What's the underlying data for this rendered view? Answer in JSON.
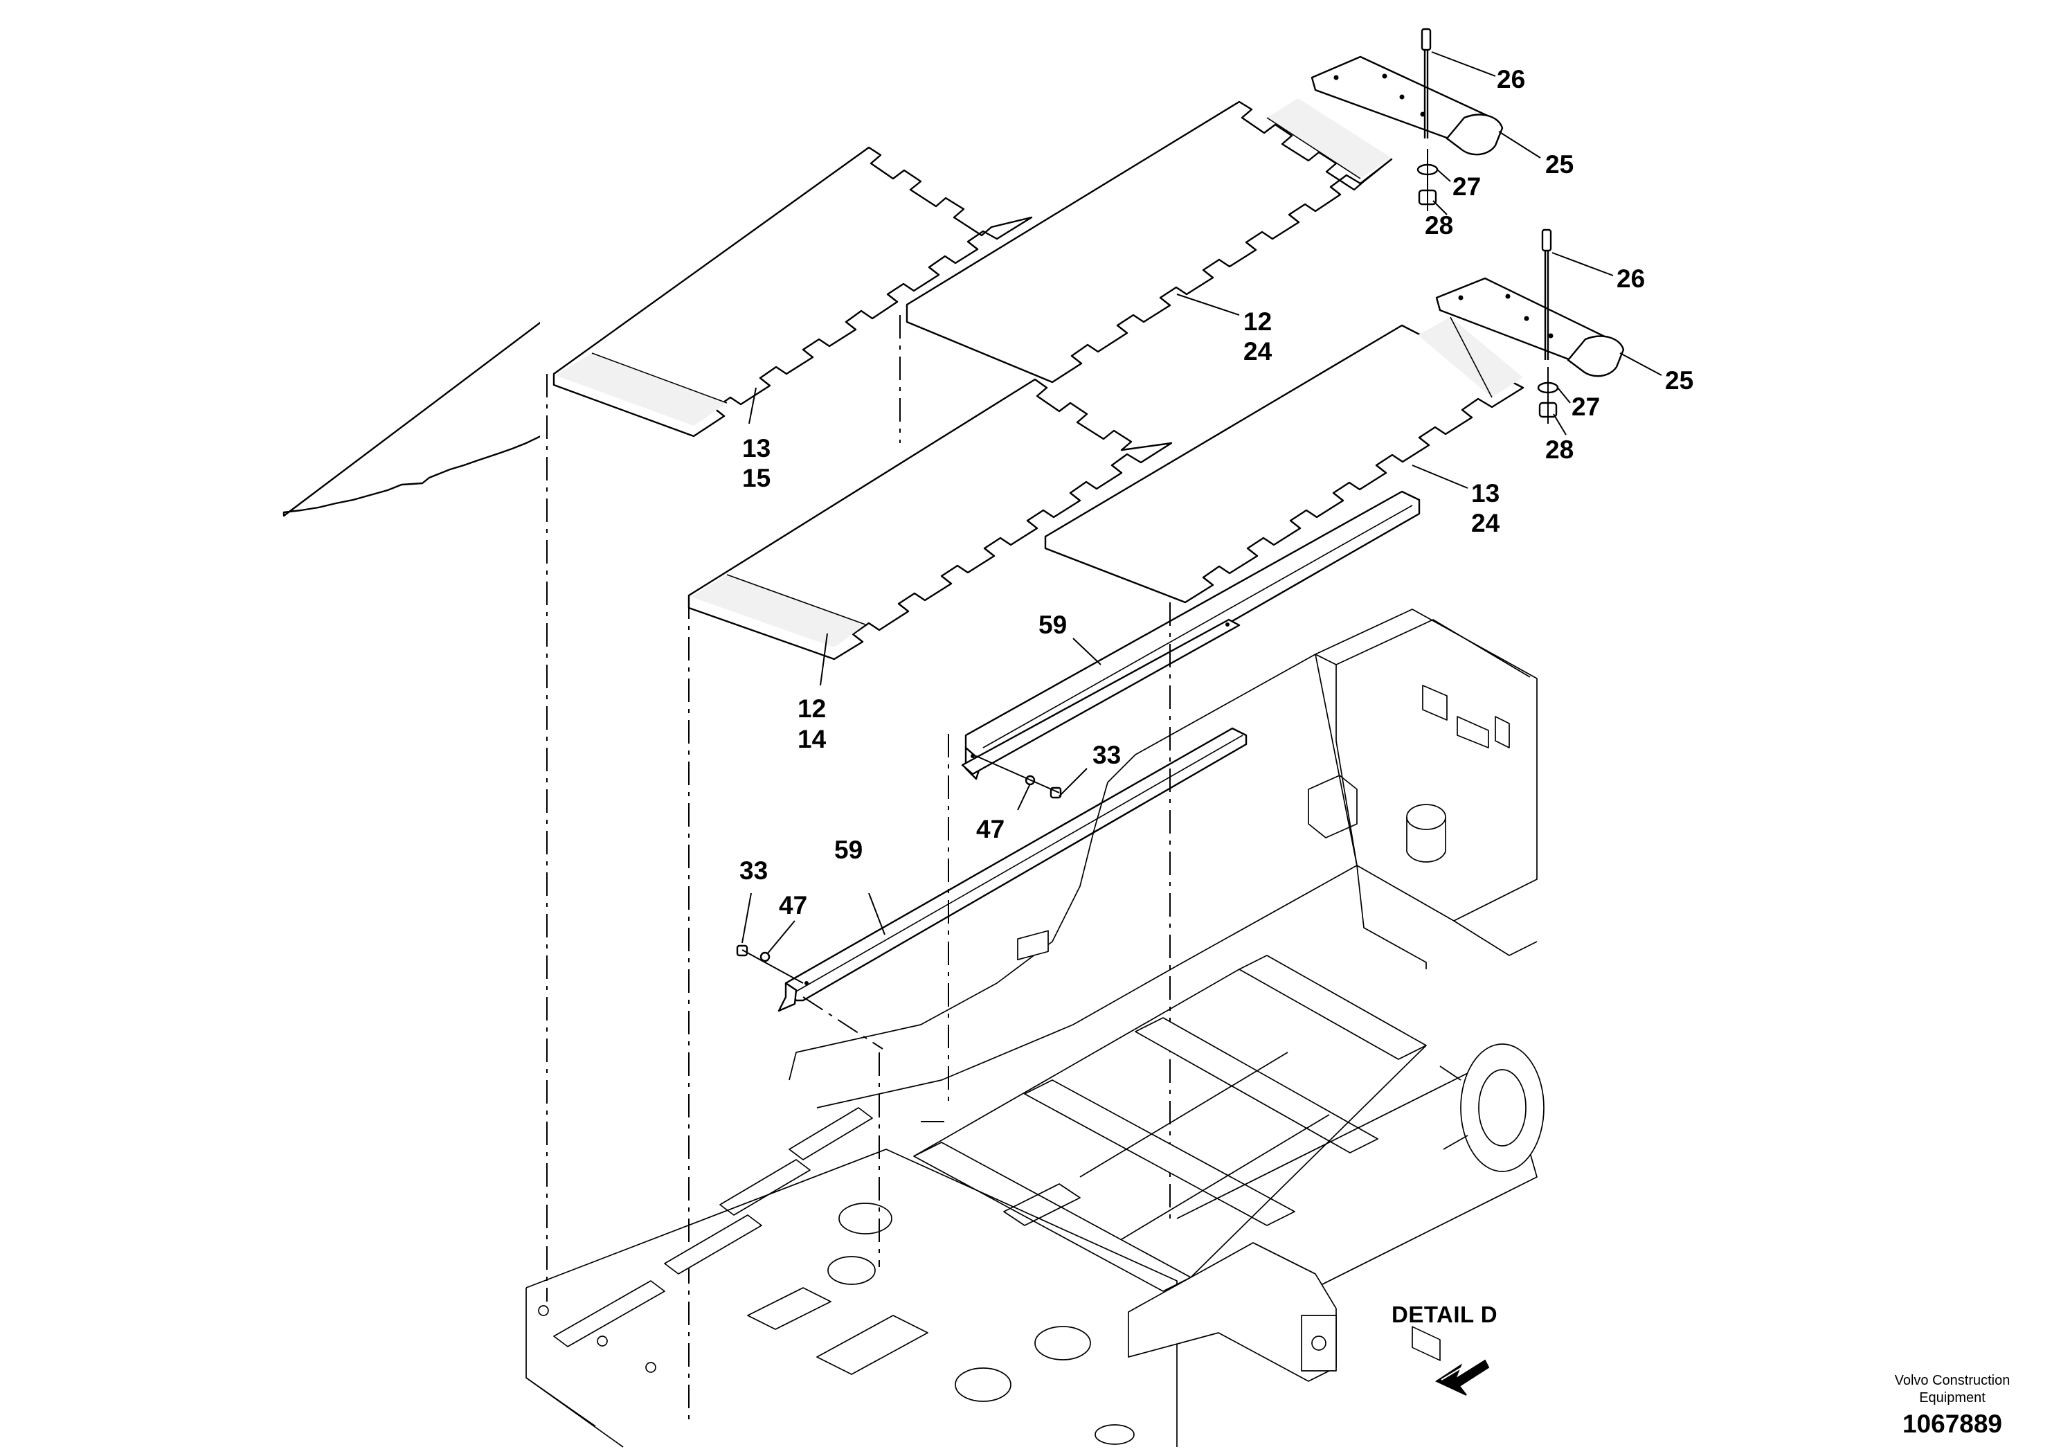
{
  "callouts": [
    {
      "key": "c26a",
      "text": "26"
    },
    {
      "key": "c25a",
      "text": "25"
    },
    {
      "key": "c27a",
      "text": "27"
    },
    {
      "key": "c28a",
      "text": "28"
    },
    {
      "key": "c26b",
      "text": "26"
    },
    {
      "key": "c25b",
      "text": "25"
    },
    {
      "key": "c27b",
      "text": "27"
    },
    {
      "key": "c28b",
      "text": "28"
    },
    {
      "key": "c12a",
      "text": "12"
    },
    {
      "key": "c24a",
      "text": "24"
    },
    {
      "key": "c13a",
      "text": "13"
    },
    {
      "key": "c15a",
      "text": "15"
    },
    {
      "key": "c13b",
      "text": "13"
    },
    {
      "key": "c24b",
      "text": "24"
    },
    {
      "key": "c12b",
      "text": "12"
    },
    {
      "key": "c14b",
      "text": "14"
    },
    {
      "key": "c59a",
      "text": "59"
    },
    {
      "key": "c33a",
      "text": "33"
    },
    {
      "key": "c47a",
      "text": "47"
    },
    {
      "key": "c59b",
      "text": "59"
    },
    {
      "key": "c33b",
      "text": "33"
    },
    {
      "key": "c47b",
      "text": "47"
    }
  ],
  "detail_label": "DETAIL D",
  "brand": {
    "line1": "Volvo Construction",
    "line2": "Equipment"
  },
  "drawing_number": "1067889",
  "icons": {
    "view_arrow": "view-direction-arrow-icon"
  }
}
